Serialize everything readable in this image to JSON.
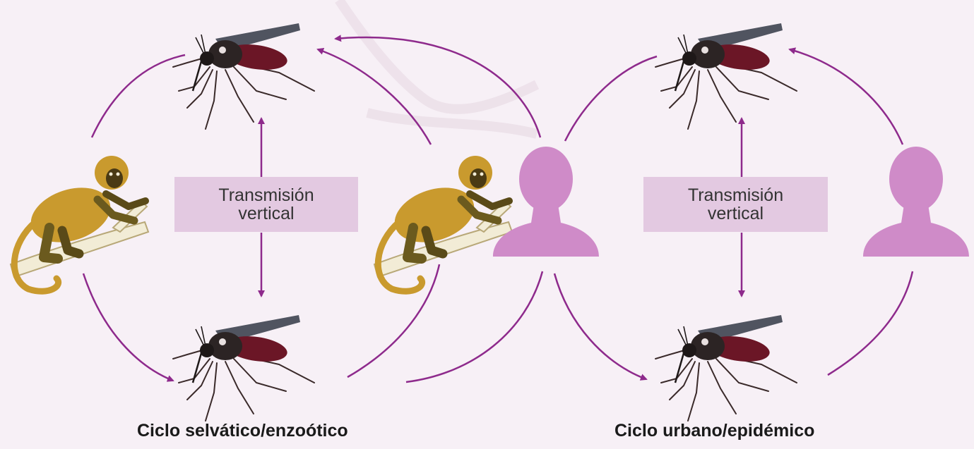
{
  "diagram": {
    "colors": {
      "background": "#f7f0f6",
      "arrow": "#8e2a8c",
      "box": "#e3c9e1",
      "person": "#cf8bc8",
      "monkey": "#c99a2e",
      "mosquito": "#3a2a2a"
    },
    "cycles": [
      {
        "caption": "Ciclo selvático/enzoótico",
        "box_line1": "Transmisión",
        "box_line2": "vertical"
      },
      {
        "caption": "Ciclo urbano/epidémico",
        "box_line1": "Transmisión",
        "box_line2": "vertical"
      }
    ]
  }
}
